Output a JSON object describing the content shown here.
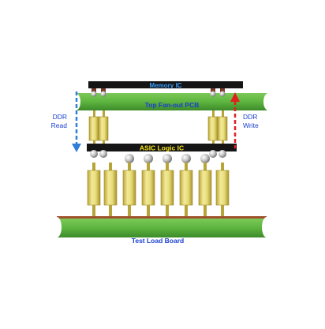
{
  "labels": {
    "memory_ic": "Memory IC",
    "top_pcb": "Top Fan-out PCB",
    "asic": "ASIC Logic IC",
    "test_board": "Test Load Board",
    "ddr_read_line1": "DDR",
    "ddr_read_line2": "Read",
    "ddr_write_line1": "DDR",
    "ddr_write_line2": "Write"
  },
  "colors": {
    "pcb_green": "#5db53f",
    "pcb_dark": "#3c8a2a",
    "chip_black": "#151515",
    "memory_text": "#3aa0ff",
    "asic_text": "#f2e21a",
    "label_blue": "#1a3fd0",
    "read_arrow": "#2f7fd6",
    "write_arrow": "#e02020",
    "spring_gold": "#e8dc7a",
    "spring_dark": "#b9a437"
  }
}
